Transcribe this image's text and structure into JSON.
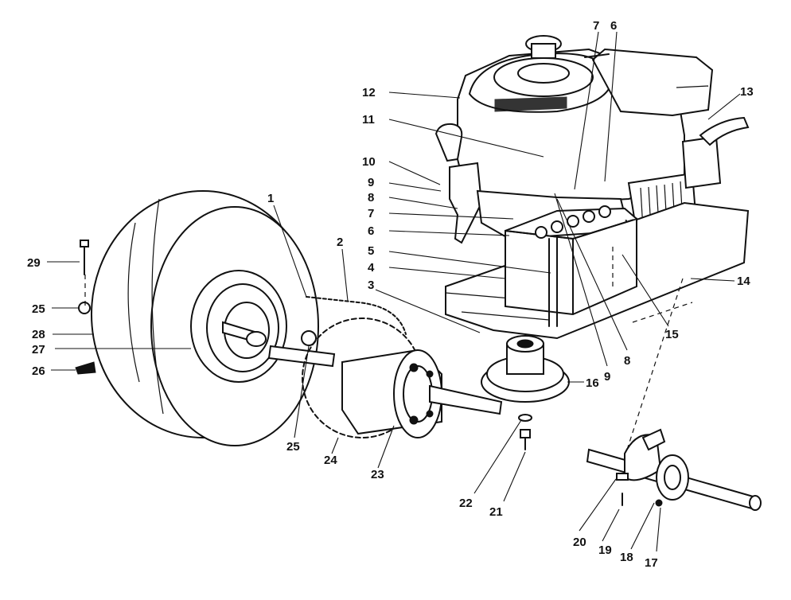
{
  "labels": {
    "n1": "1",
    "n2": "2",
    "n3": "3",
    "n4": "4",
    "n5": "5",
    "n6a": "6",
    "n6b": "6",
    "n7a": "7",
    "n7b": "7",
    "n8a": "8",
    "n8b": "8",
    "n9a": "9",
    "n9b": "9",
    "n10": "10",
    "n11": "11",
    "n12": "12",
    "n13": "13",
    "n14": "14",
    "n15": "15",
    "n16": "16",
    "n17": "17",
    "n18": "18",
    "n19": "19",
    "n20": "20",
    "n21": "21",
    "n22": "22",
    "n23": "23",
    "n24": "24",
    "n25a": "25",
    "n25b": "25",
    "n26": "26",
    "n27": "27",
    "n28": "28",
    "n29": "29"
  }
}
